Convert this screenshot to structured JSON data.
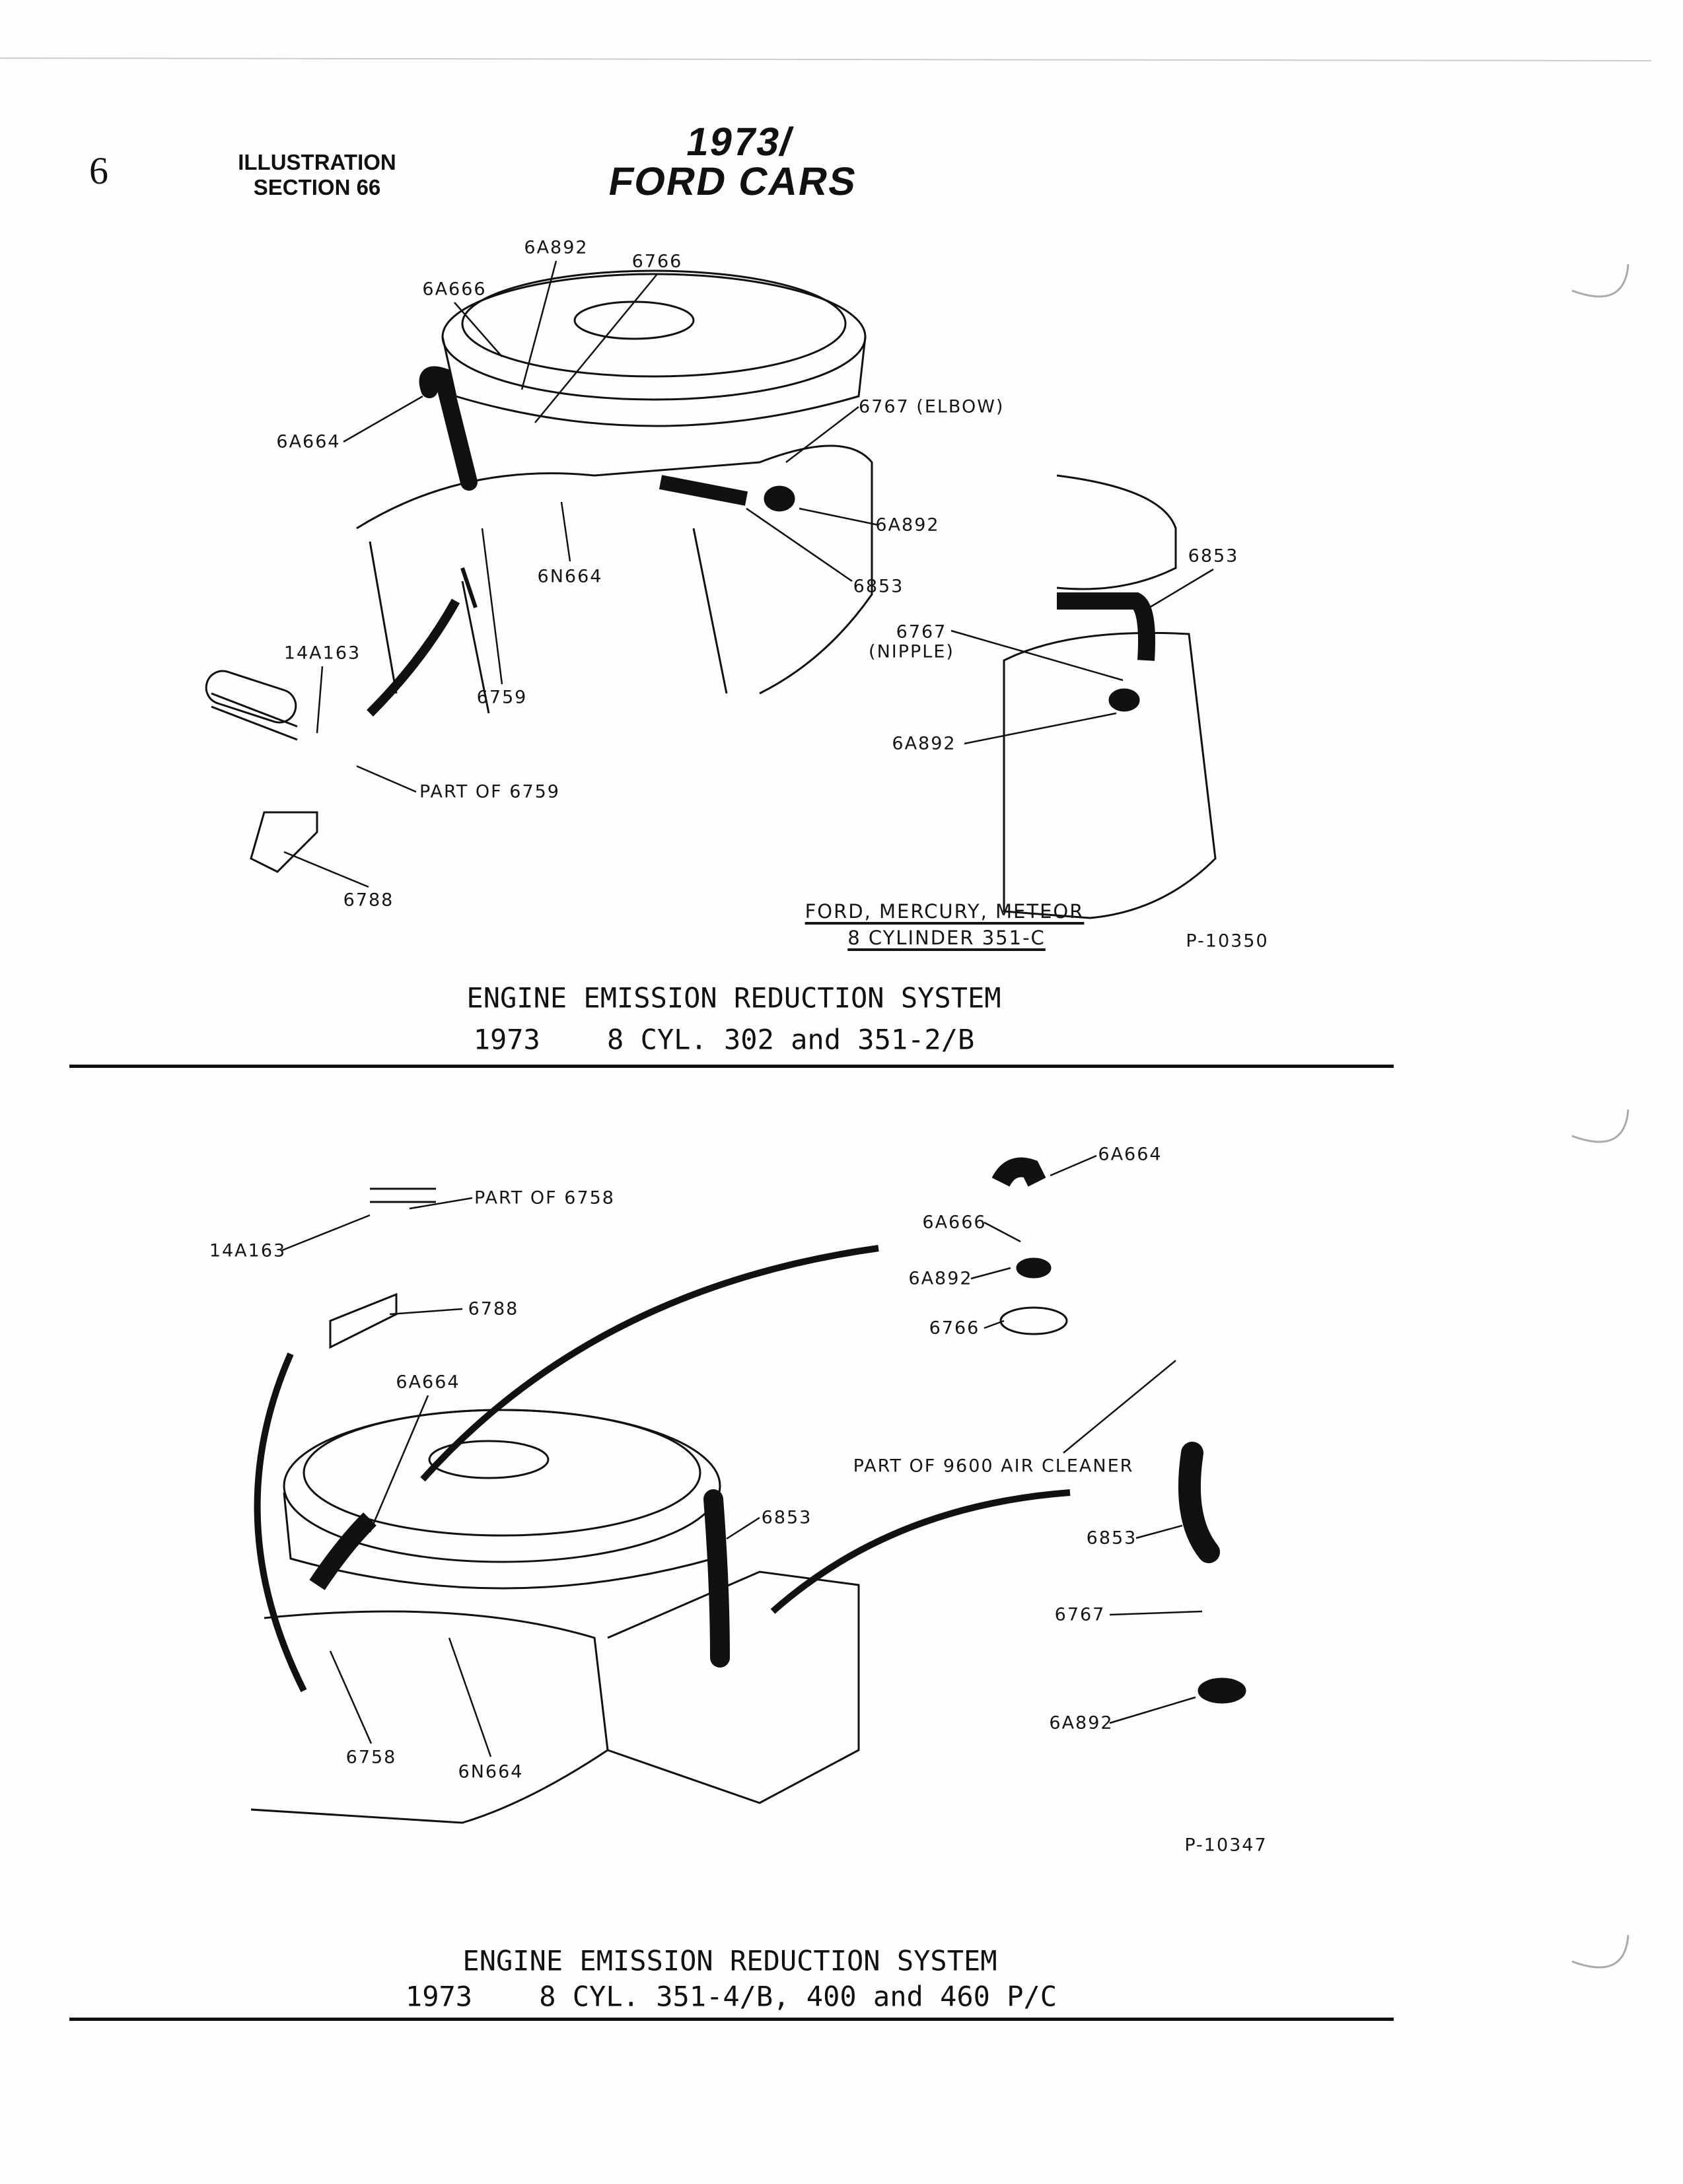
{
  "header": {
    "page_number": "6",
    "section_line1": "ILLUSTRATION",
    "section_line2": "SECTION 66",
    "brand_line1": "1973/",
    "brand_line2": "FORD CARS"
  },
  "figure_top": {
    "labels": {
      "a": "6A892",
      "b": "6766",
      "c": "6A666",
      "d": "6767 (ELBOW)",
      "e": "6A664",
      "f": "6A892",
      "g": "6N664",
      "h": "6853",
      "i": "6853",
      "j1": "6767",
      "j2": "(NIPPLE)",
      "k": "14A163",
      "l": "6759",
      "m": "6A892",
      "n": "PART OF 6759",
      "o": "6788"
    },
    "inset_caption_line1": "FORD, MERCURY, METEOR",
    "inset_caption_line2": "8 CYLINDER 351-C",
    "plate_number": "P-10350",
    "title": "ENGINE EMISSION REDUCTION SYSTEM",
    "subtitle": "1973    8 CYL. 302 and 351-2/B"
  },
  "figure_bottom": {
    "labels": {
      "a": "6A664",
      "b": "PART OF 6758",
      "c": "6A666",
      "d": "14A163",
      "e": "6A892",
      "f": "6788",
      "g": "6766",
      "h": "6A664",
      "i": "PART OF 9600 AIR CLEANER",
      "j": "6853",
      "k": "6853",
      "l": "6767",
      "m": "6A892",
      "n": "6758",
      "o": "6N664"
    },
    "plate_number": "P-10347",
    "title": "ENGINE EMISSION REDUCTION SYSTEM",
    "subtitle": "1973    8 CYL. 351-4/B, 400 and 460 P/C"
  }
}
